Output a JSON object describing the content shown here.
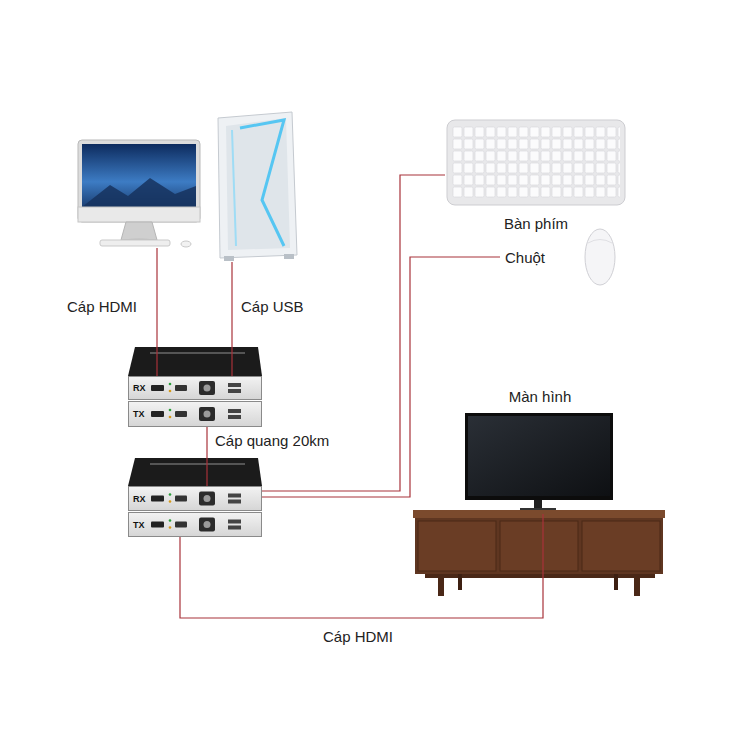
{
  "diagram": {
    "nodes": [
      {
        "text": [
          "RX"
        ]
      },
      {
        "text": [
          "TX"
        ]
      },
      {
        "text": [
          "RX"
        ]
      },
      {
        "text": [
          "TX"
        ]
      },
      {
        "text": [
          "Bàn phím"
        ]
      },
      {
        "text": [
          "Chuột"
        ]
      },
      {
        "text": [
          "Màn hình"
        ]
      }
    ],
    "edges": [
      {
        "from": 1,
        "to": 2,
        "arrow": "none",
        "label": "Cáp quang 20km"
      },
      {
        "from": 2,
        "to": 4,
        "arrow": "none"
      },
      {
        "from": 2,
        "to": 5,
        "arrow": "none"
      },
      {
        "from": 3,
        "to": 6,
        "arrow": "none",
        "label": "Cáp HDMI"
      }
    ],
    "labels": [
      "Cáp HDMI",
      "Cáp USB"
    ]
  }
}
